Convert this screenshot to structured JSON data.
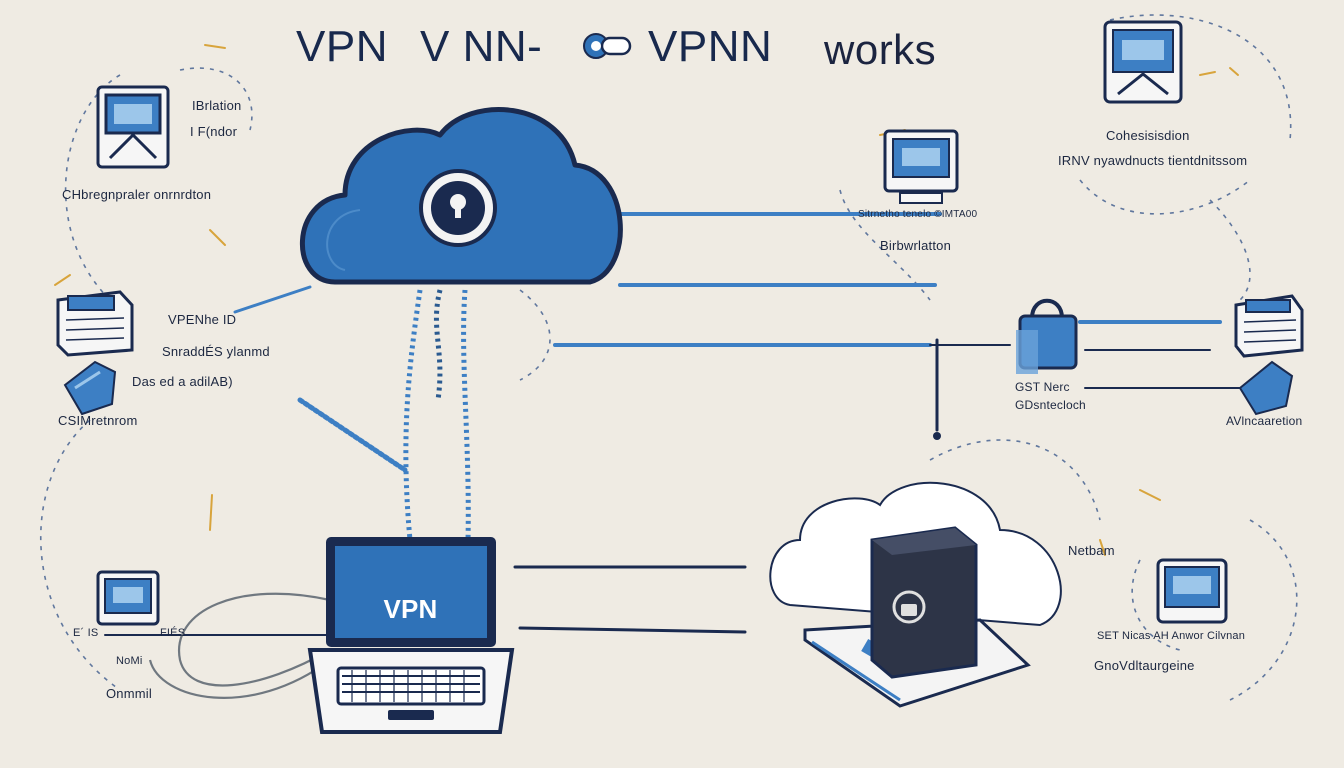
{
  "title": {
    "part1": "VPN",
    "part2": "V NN-",
    "part3": "VPNN",
    "part4": "works"
  },
  "cloud_top": {
    "icon": "keyhole-lock-icon"
  },
  "laptop": {
    "screen_label": "VPN"
  },
  "labels": {
    "top_left_a": "IBrlation",
    "top_left_b": "I F(ndor",
    "left_upper": "CHbregnpraler onrnrdton",
    "left_mid_a": "VPENhe ID",
    "left_mid_b": "SnraddÉS ylanmd",
    "left_mid_c": "Das ed a adilAB)",
    "left_low": "CSIMretnrom",
    "bottom_left_a": "E´ IS",
    "bottom_left_b": "FIÉS",
    "bottom_left_c": "NoMi",
    "bottom_left_d": "Onmmil",
    "center_right_a": "Sitrnetho tenelo ©IMTA00",
    "center_right_b": "Birbwrlatton",
    "top_right_a": "Cohesisisdion",
    "top_right_b": "IRNV nyawdnucts tientdnitssom",
    "right_mid_a": "GST Nerc",
    "right_mid_b": "GDsntecloch",
    "right_mid_c": "AVlncaaretion",
    "bottom_right_a": "Netbam",
    "bottom_right_b": "SET Nicas AH Anwor Cilvnan",
    "bottom_right_c": "GnoVdltaurgeine"
  },
  "colors": {
    "background": "#efebe3",
    "cloud_blue": "#2f72b8",
    "navy": "#1a2a4f",
    "accent_blue": "#3d7fc4",
    "gold": "#d8a43c"
  }
}
